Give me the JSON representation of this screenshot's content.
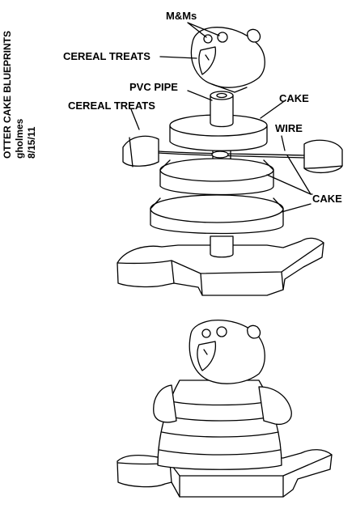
{
  "side_title": "OTTER CAKE BLUEPRINTS",
  "author": "gholmes",
  "date": "8/15/11",
  "labels": {
    "mms": "M&Ms",
    "cereal_treats_head": "CEREAL TREATS",
    "pvc_pipe": "PVC PIPE",
    "cake_top": "CAKE",
    "cereal_treats_arms": "CEREAL TREATS",
    "wire": "WIRE",
    "cake_lower": "CAKE"
  }
}
